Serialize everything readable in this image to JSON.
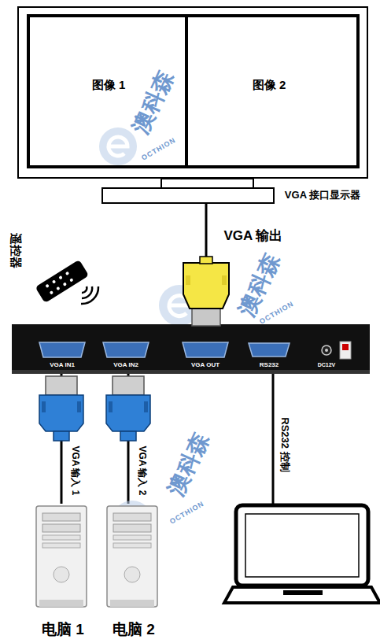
{
  "diagram": {
    "nodes": [
      {
        "text": [
          "VGA 接口显示器"
        ]
      },
      {
        "text": [
          "图像 1"
        ],
        "in": 0
      },
      {
        "text": [
          "图像 2"
        ],
        "in": 0
      },
      {
        "text": [
          "遥控器"
        ]
      },
      {
        "text": [
          "VGA IN1",
          "VGA IN2",
          "VGA OUT",
          "RS232",
          "DC12V"
        ]
      },
      {
        "text": [
          "电脑 1"
        ]
      },
      {
        "text": [
          "电脑 2"
        ]
      }
    ],
    "edges": [
      {
        "from": 4,
        "to": 0,
        "label": "VGA 输出",
        "arrow": "none"
      },
      {
        "from": 5,
        "to": 4,
        "label": "VGA 输入 1",
        "arrow": "none"
      },
      {
        "from": 6,
        "to": 4,
        "label": "VGA 输入 2",
        "arrow": "none"
      }
    ],
    "labels": [
      "澳科森",
      "OCTHION",
      "澳科森",
      "OCTHION",
      "澳科森",
      "OCTHION",
      "RS232 控制"
    ]
  }
}
